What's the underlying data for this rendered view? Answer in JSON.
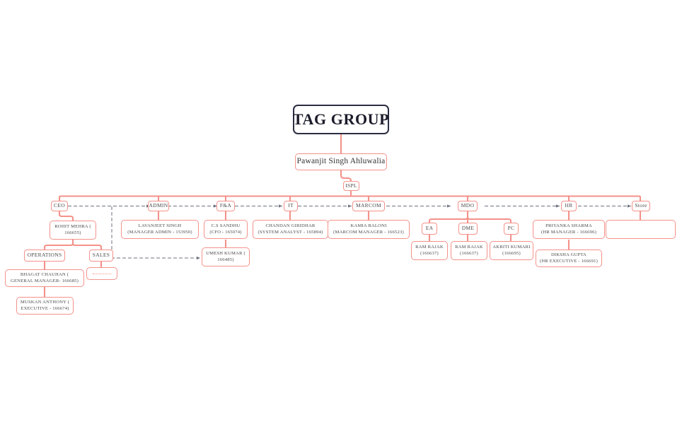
{
  "chart": {
    "title": "TAG GROUP",
    "type": "org-chart",
    "root": {
      "label": "TAG GROUP"
    },
    "owner": {
      "label": "Pawanjit Singh Ahluwalia"
    },
    "company": {
      "label": "ISPL"
    },
    "departments": [
      {
        "id": "ceo",
        "label": "CEO"
      },
      {
        "id": "admin",
        "label": "ADMIN"
      },
      {
        "id": "fna",
        "label": "F&A"
      },
      {
        "id": "it",
        "label": "IT"
      },
      {
        "id": "marcom",
        "label": "MARCOM"
      },
      {
        "id": "mdo",
        "label": "MDO"
      },
      {
        "id": "hr",
        "label": "HR"
      },
      {
        "id": "store",
        "label": "Store"
      }
    ],
    "people": {
      "rohit_mehra": {
        "name": "ROHIT MEHRA (",
        "detail": "166655)"
      },
      "lavanjeet_singh": {
        "name": "LAVANJEET SINGH",
        "detail": "(MANAGER ADMIN - 153950)"
      },
      "cs_sandhu": {
        "name": "C.S SANDHU",
        "detail": "(CFO - 165074)"
      },
      "umesh_kumar": {
        "name": "UMESH KUMAR (",
        "detail": "166485)"
      },
      "chandan_giridhar": {
        "name": "CHANDAN GIRIDHAR",
        "detail": "(SYSTEM ANALYST - 165894)"
      },
      "kamia_baloni": {
        "name": "KAMIA BALONI",
        "detail": "(MARCOM MANAGER - 166523)"
      },
      "ram_rajak_ea": {
        "name": "RAM RAJAK",
        "detail": "(166637)"
      },
      "ram_rajak_dme": {
        "name": "RAM RAJAK",
        "detail": "(166637)"
      },
      "akriti_kumari": {
        "name": "AKRITI KUMARI",
        "detail": "(166695)"
      },
      "priyanka_sharma": {
        "name": "PRIYANKA SHARMA",
        "detail": "(HR MANAGER - 166696)"
      },
      "diksha_gupta": {
        "name": "DIKSHA GUPTA",
        "detail": "(HR EXECUTIVE - 166691)"
      },
      "bhagat_chauhan": {
        "name": "BHAGAT CHAUHAN (",
        "detail": "GENERAL MANAGER- 166685)"
      },
      "muskan_anthony": {
        "name": "MUSKAN ANTHONY (",
        "detail": "EXECUTIVE - 166674)"
      }
    },
    "subunits": {
      "operations": {
        "label": "OPERATIONS"
      },
      "sales": {
        "label": "SALES"
      },
      "ea": {
        "label": "EA"
      },
      "dme": {
        "label": "DME"
      },
      "pc": {
        "label": "PC"
      }
    },
    "placeholders": {
      "sales_vacancy": {
        "label": ""
      },
      "store_vacancy": {
        "label": ""
      }
    },
    "colors": {
      "node_border": "#f4928a",
      "root_border": "#2b2d42",
      "connector_solid": "#f4928a",
      "connector_dashed": "#6b7280",
      "text": "#4a4a4a",
      "background": "#ffffff"
    }
  }
}
